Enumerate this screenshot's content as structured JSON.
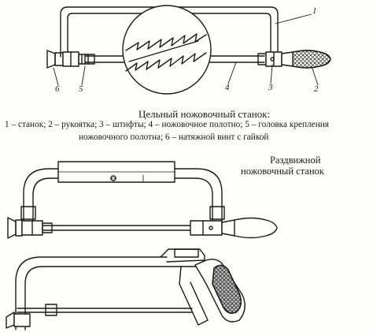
{
  "solid_hacksaw": {
    "title": "Цельный ножовочный станок:",
    "legend_line_1": "1 – станок; 2 – рукоятка; 3 – штифты; 4 – ножовочное полотно; 5 – головка крепления",
    "legend_line_2": "ножовочного полотна; 6 – натяжной винт с гайкой",
    "callouts": {
      "frame": "1",
      "handle": "2",
      "pins": "3",
      "blade": "4",
      "blade_head": "5",
      "tension_screw": "6"
    }
  },
  "adjustable_hacksaw": {
    "title_line_1": "Раздвижной",
    "title_line_2": "ножовочный станок"
  },
  "colors": {
    "ink": "#1a1a1a",
    "paper": "#fdfdfb",
    "shade": "#bdbdbd"
  }
}
